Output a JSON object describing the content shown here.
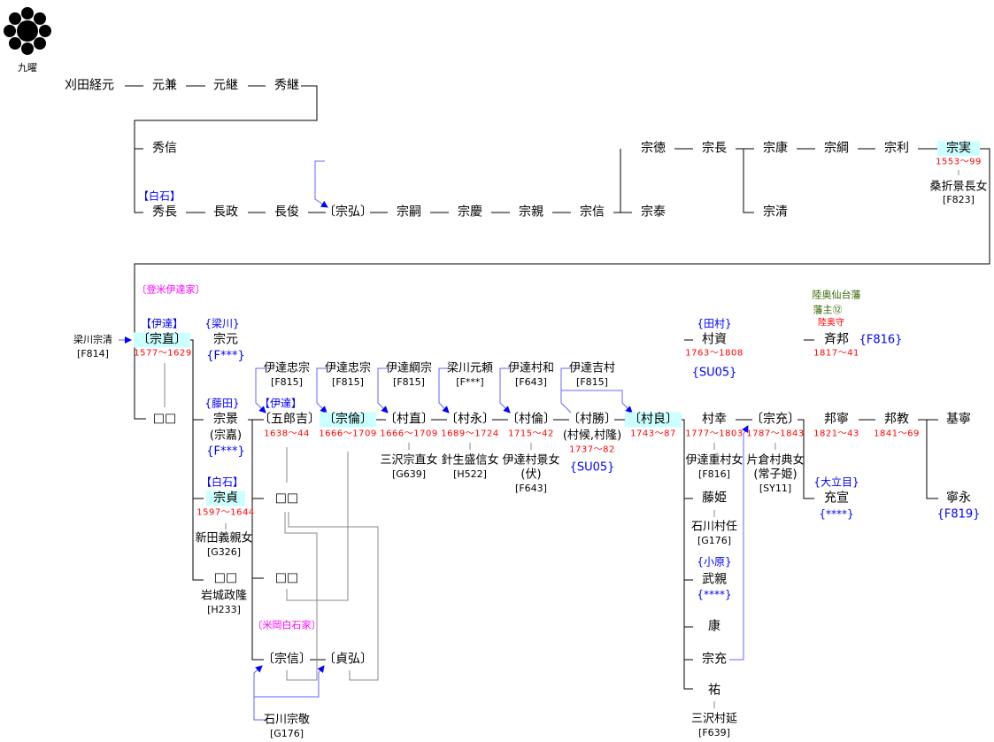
{
  "crest": {
    "name": "九曜"
  },
  "row1": [
    "刈田経元",
    "元兼",
    "元継",
    "秀継"
  ],
  "hidenobu": "秀信",
  "shiraishi1": "【白石】",
  "row2": [
    "秀長",
    "長政",
    "長俊",
    "〔宗弘〕",
    "宗嗣",
    "宗慶",
    "宗親",
    "宗信"
  ],
  "munenori": "宗徳",
  "muneyasu": "宗泰",
  "munenaga": "宗長",
  "muneyasu2": "宗康",
  "munekiyo": "宗清",
  "munetsuna": "宗綱",
  "munetoshi": "宗利",
  "munezane": {
    "name": "宗実",
    "dates": "1553〜99",
    "wife": "桑折景長女",
    "wife_ref": "[F823]"
  },
  "tome_house": "〔登米伊達家〕",
  "yanagawa_munekiyo": {
    "name": "梁川宗清",
    "ref": "[F814]"
  },
  "munenao": {
    "tag": "【伊達】",
    "name": "〔宗直〕",
    "dates": "1577〜1629"
  },
  "unknown1": "□□",
  "munemoto": {
    "tag": "{梁川}",
    "name": "宗元",
    "ref": "{F***}"
  },
  "munekage": {
    "tag": "{藤田}",
    "name": "宗景",
    "alias": "(宗嘉)",
    "ref": "{F***}"
  },
  "munesada": {
    "tag": "【白石】",
    "name": "宗貞",
    "dates": "1597〜1644",
    "wife": "新田義親女",
    "wife_ref": "[G326]"
  },
  "unknown2": {
    "name": "□□",
    "wife": "岩城政隆",
    "wife_ref": "[H233]"
  },
  "unknown3": "□□",
  "unknown4": "□□",
  "yoneoka_house": "〔米岡白石家〕",
  "munenobu2": "〔宗信〕",
  "sadahiro": "〔貞弘〕",
  "ishikawa_munetaka": {
    "name": "石川宗敬",
    "ref": "[G176]"
  },
  "main_line": [
    {
      "tag": "【伊達】",
      "name": "〔五郎吉〕",
      "dates": "1638〜44",
      "father": "伊達忠宗",
      "father_ref": "[F815]"
    },
    {
      "name": "〔宗倫〕",
      "dates": "1666〜1709",
      "father": "伊達忠宗",
      "father_ref": "[F815]"
    },
    {
      "name": "〔村直〕",
      "dates": "1666〜1709",
      "father": "伊達綱宗",
      "father_ref": "[F815]",
      "wife": "三沢宗直女",
      "wife_ref": "[G639]"
    },
    {
      "name": "〔村永〕",
      "dates": "1689〜1724",
      "father": "梁川元頼",
      "father_ref": "[F***]",
      "wife": "針生盛信女",
      "wife_ref": "[H522]"
    },
    {
      "name": "〔村倫〕",
      "dates": "1715〜42",
      "father": "伊達村和",
      "father_ref": "[F643]",
      "wife": "伊達村景女",
      "wife_alias": "(伏)",
      "wife_ref": "[F643]"
    },
    {
      "name": "〔村勝〕",
      "alias": "(村候,村隆)",
      "dates": "1737〜82",
      "ref": "{SU05}",
      "father": "伊達吉村",
      "father_ref": "[F815]"
    },
    {
      "name": "〔村良〕",
      "dates": "1743〜87"
    }
  ],
  "murasuke": {
    "tag": "{田村}",
    "name": "村資",
    "dates": "1763〜1808",
    "ref": "{SU05}"
  },
  "murayuki": {
    "name": "村幸",
    "dates": "1777〜1803",
    "wife": "伊達重村女",
    "wife_ref": "[F816]"
  },
  "fujihime": {
    "name": "藤姫",
    "husband": "石川村任",
    "husband_ref": "[G176]"
  },
  "taketika": {
    "tag": "{小原}",
    "name": "武親",
    "ref": "{****}"
  },
  "yasu": "康",
  "munemitsu": "宗充",
  "yu": {
    "name": "祐",
    "husband": "三沢村延",
    "husband_ref": "[F639]"
  },
  "munemitsu2": {
    "name": "〔宗充〕",
    "dates": "1787〜1843",
    "wife": "片倉村典女",
    "wife_alias": "(常子姫)",
    "wife_ref": "[SY11]"
  },
  "narikuni": {
    "title1": "陸奥仙台藩",
    "title2": "藩主⑫",
    "office": "陸奥守",
    "name": "斉邦",
    "ref": "{F816}",
    "dates": "1817〜41"
  },
  "kuniyasu": {
    "name": "邦寧",
    "dates": "1821〜43"
  },
  "mitsunobu": {
    "tag": "{大立目}",
    "name": "充宣",
    "ref": "{****}"
  },
  "kuninori": {
    "name": "邦教",
    "dates": "1841〜69"
  },
  "motoyasu": "基寧",
  "yasunaga": {
    "name": "寧永",
    "ref": "{F819}"
  },
  "colors": {
    "highlight": "#ccffff",
    "dates": "#ff0000",
    "tags": "#0000ff",
    "houses": "#ff00ff",
    "title": "#336600",
    "adoption_arrow": "#6666ff"
  }
}
